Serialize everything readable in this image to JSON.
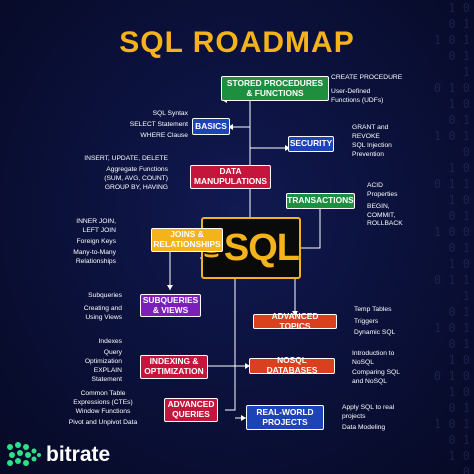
{
  "title": "SQL ROADMAP",
  "center": {
    "label": "SQL"
  },
  "nodes": {
    "stored_procedures": "STORED PROCEDURES & FUNCTIONS",
    "basics": "BASICS",
    "security": "SECURITY",
    "data_manipulations": "DATA MANUPULATIONS",
    "transactions": "TRANSACTIONS",
    "joins": "JOINS & RELATIONSHIPS",
    "subqueries": "SUBQUERIES & VIEWS",
    "advanced_topics": "ADVANCED TOPICS",
    "indexing": "INDEXING & OPTIMIZATION",
    "nosql": "NOSQL DATABASES",
    "advanced_queries": "ADVANCED QUERIES",
    "real_world": "REAL-WORLD PROJECTS"
  },
  "notes": {
    "create_procedure": "CREATE PROCEDURE",
    "udfs": "User-Defined Functions (UDFs)",
    "sql_syntax": "SQL Syntax",
    "select_statement": "SELECT Statement",
    "where_clause": "WHERE Clause",
    "grant_revoke": "GRANT and REVOKE",
    "sql_injection": "SQL Injection Prevention",
    "insert_update_delete": "INSERT, UPDATE, DELETE",
    "aggregate_functions": "Aggregate Functions (SUM, AVG, COUNT)",
    "group_by_having": "GROUP BY, HAVING",
    "acid": "ACID Properties",
    "begin_commit": "BEGIN, COMMIT, ROLLBACK",
    "inner_left_join": "INNER JOIN, LEFT JOIN",
    "foreign_keys": "Foreign Keys",
    "many_to_many": "Many-to-Many Relationships",
    "subqueries": "Subqueries",
    "creating_views": "Creating and Using Views",
    "temp_tables": "Temp Tables",
    "triggers": "Triggers",
    "dynamic_sql": "Dynamic SQL",
    "indexes": "Indexes",
    "query_optimization": "Query Optimization",
    "explain": "EXPLAIN Statement",
    "intro_nosql": "Introduction to NoSQL",
    "comparing": "Comparing SQL and NoSQL",
    "ctes": "Common Table Expressions (CTEs)",
    "window_functions": "Window Functions",
    "pivot": "Pivot and Unpivot Data",
    "apply_sql": "Apply SQL to real projects",
    "data_modeling": "Data Modeling"
  },
  "logo": {
    "name": "bitrate"
  },
  "colors": {
    "accent": "#f5b31b",
    "green": "#1e8f3e",
    "blue": "#1d44b6",
    "red": "#c4163c",
    "orange": "#d8401e",
    "purple": "#7a1fb8",
    "yellow": "#f5b31b"
  },
  "background_binary": "1 0\n0 1\n1 0 1\n0 1\n1\n0 1 0\n1 0\n0 1\n1 0 1\n0\n1 0\n0 1 1\n1 0\n0 1\n1 0 0\n0 1\n1 0\n0 1 1\n1\n0 1\n1 0 1\n0 1\n1 0\n0 1 0\n1 0\n0 1\n1 0 1\n0 1\n1 0\n0"
}
